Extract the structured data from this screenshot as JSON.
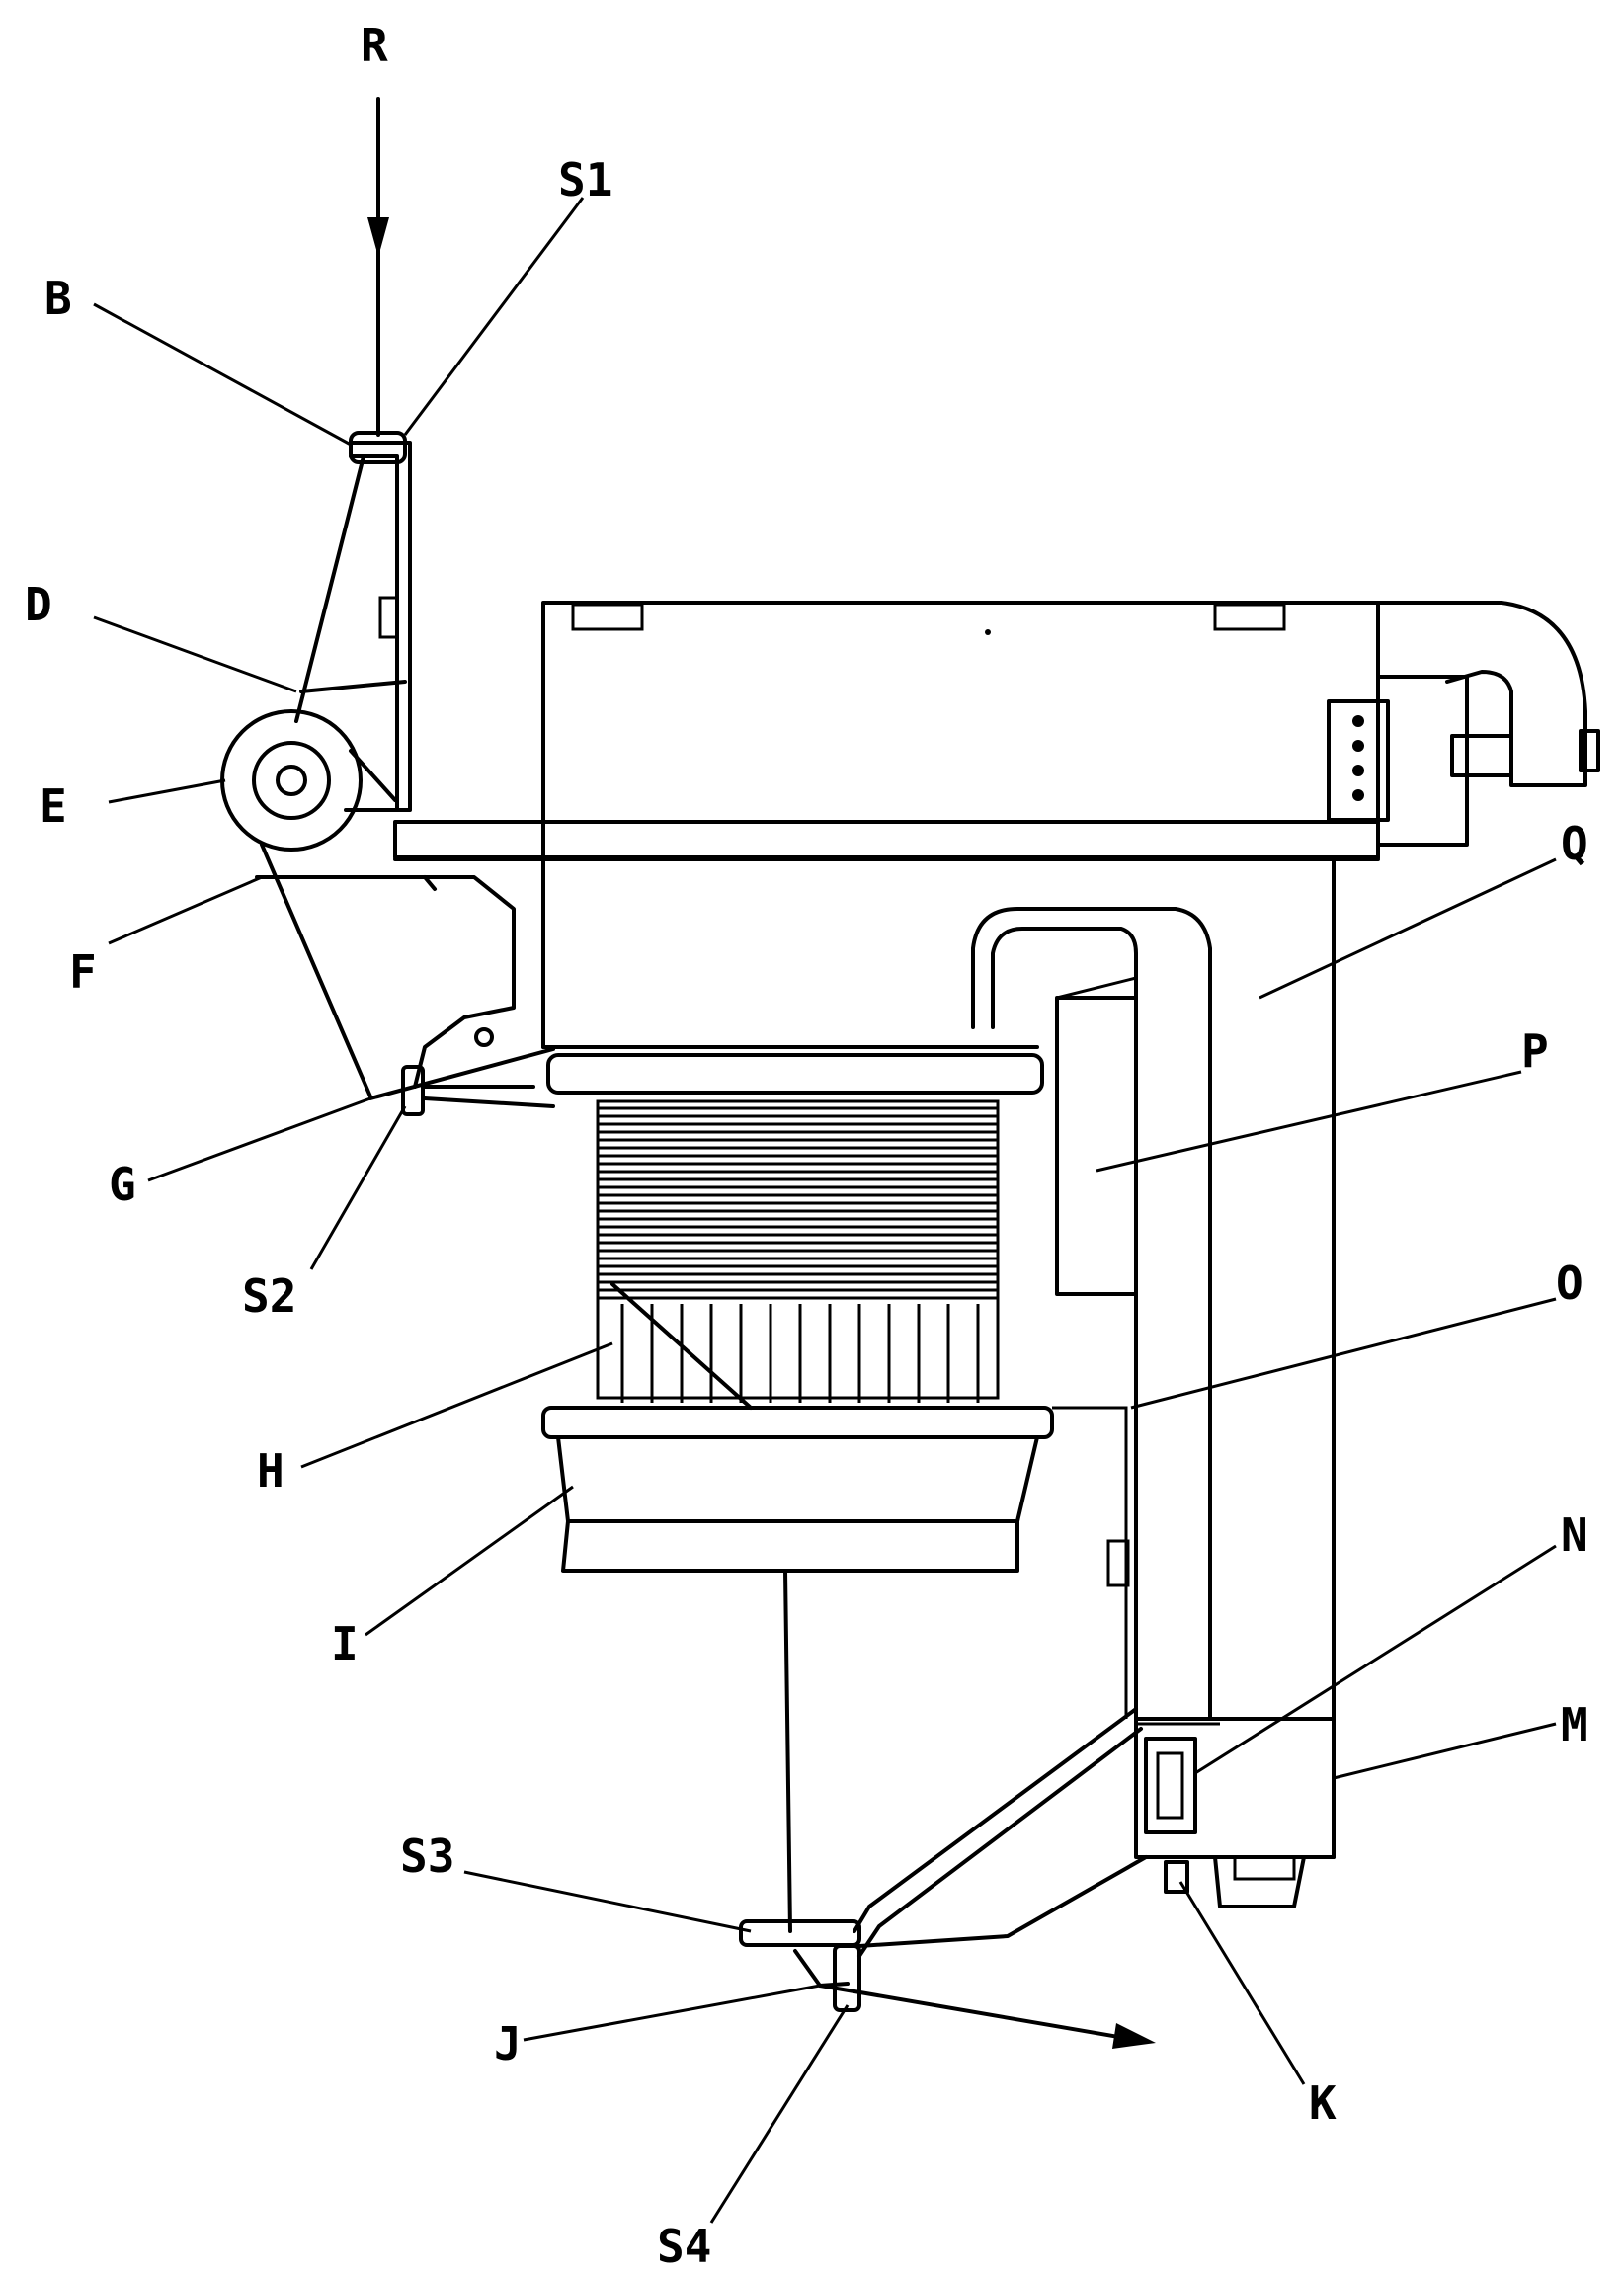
{
  "labels": {
    "R": "R",
    "S1": "S1",
    "B": "B",
    "D": "D",
    "E": "E",
    "F": "F",
    "G": "G",
    "S2": "S2",
    "H": "H",
    "I": "I",
    "S3": "S3",
    "J": "J",
    "S4": "S4",
    "K": "K",
    "M": "M",
    "N": "N",
    "O": "O",
    "P": "P",
    "Q": "Q"
  },
  "colors": {
    "line": "#000000",
    "background": "#ffffff"
  }
}
